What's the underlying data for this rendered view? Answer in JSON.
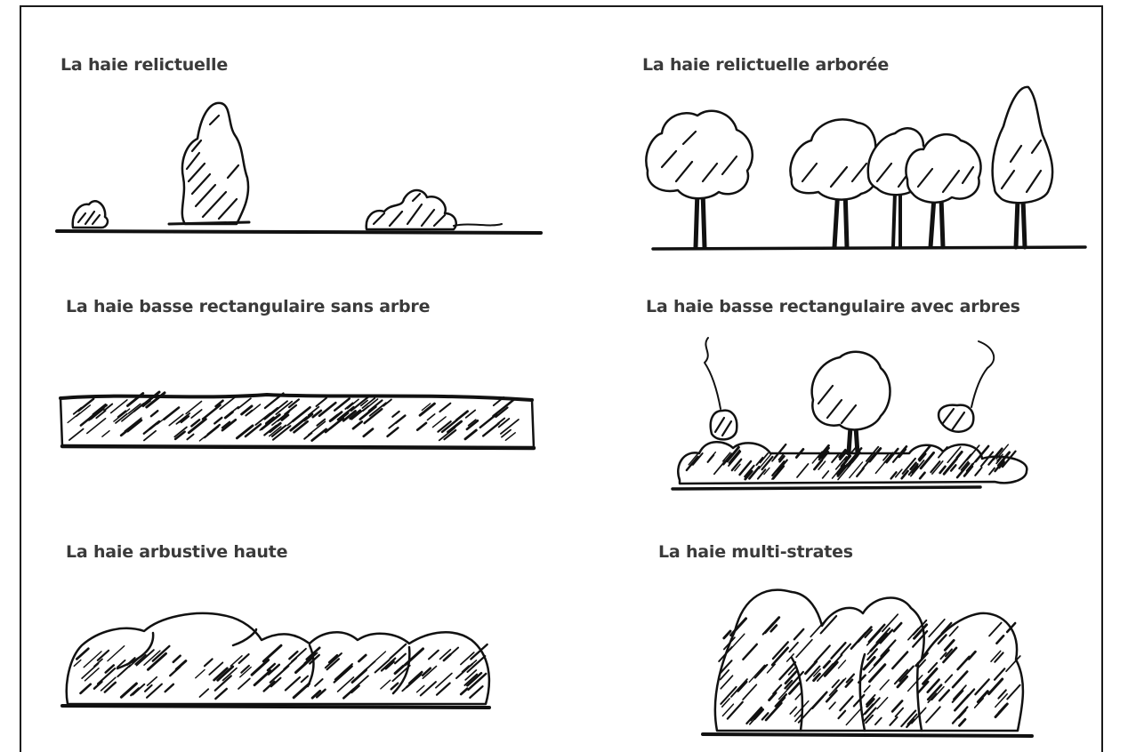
{
  "hedges": [
    {
      "title": "La haie relictuelle",
      "ink_color": "#111111"
    },
    {
      "title": "La haie relictuelle arborée",
      "ink_color": "#111111"
    },
    {
      "title": "La haie basse rectangulaire sans arbre",
      "ink_color": "#111111"
    },
    {
      "title": "La haie basse rectangulaire avec arbres",
      "ink_color": "#111111"
    },
    {
      "title": "La haie arbustive haute",
      "ink_color": "#111111"
    },
    {
      "title": "La haie multi-strates",
      "ink_color": "#111111"
    }
  ],
  "text_color": "#3a3a3a",
  "frame_color": "#1a1a1a"
}
